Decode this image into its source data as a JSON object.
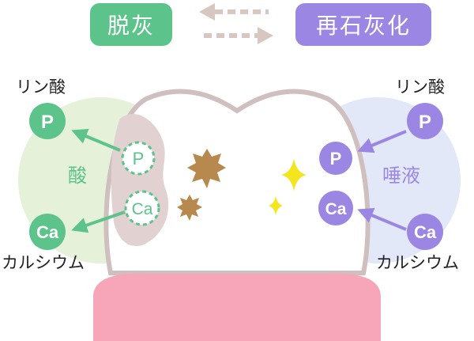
{
  "header": {
    "left_label": "脱灰",
    "right_label": "再石灰化"
  },
  "left_side": {
    "top_label": "リン酸",
    "bottom_label": "カルシウム",
    "zone_label": "酸",
    "ion_p": "P",
    "ion_ca": "Ca",
    "tooth_ion_p": "P",
    "tooth_ion_ca": "Ca"
  },
  "right_side": {
    "top_label": "リン酸",
    "bottom_label": "カルシウム",
    "zone_label": "唾液",
    "ion_p": "P",
    "ion_ca": "Ca",
    "tooth_ion_p": "P",
    "tooth_ion_ca": "Ca"
  },
  "colors": {
    "demineralization": "#5cc48a",
    "remineralization": "#9b87e3",
    "acid_zone": "#e6f1d9",
    "saliva_zone": "#e2e8f8",
    "tooth_outline": "#cfbfbe",
    "decay_spot": "#e1d1d1",
    "gum": "#f6a6b8",
    "sparkle": "#f4e61e",
    "plaque_star": "#b8894e",
    "arrow": "#d8c6c0"
  },
  "icons": [
    "dashed-arrow-left-icon",
    "dashed-arrow-right-icon",
    "sparkle-icon",
    "plaque-star-icon"
  ]
}
